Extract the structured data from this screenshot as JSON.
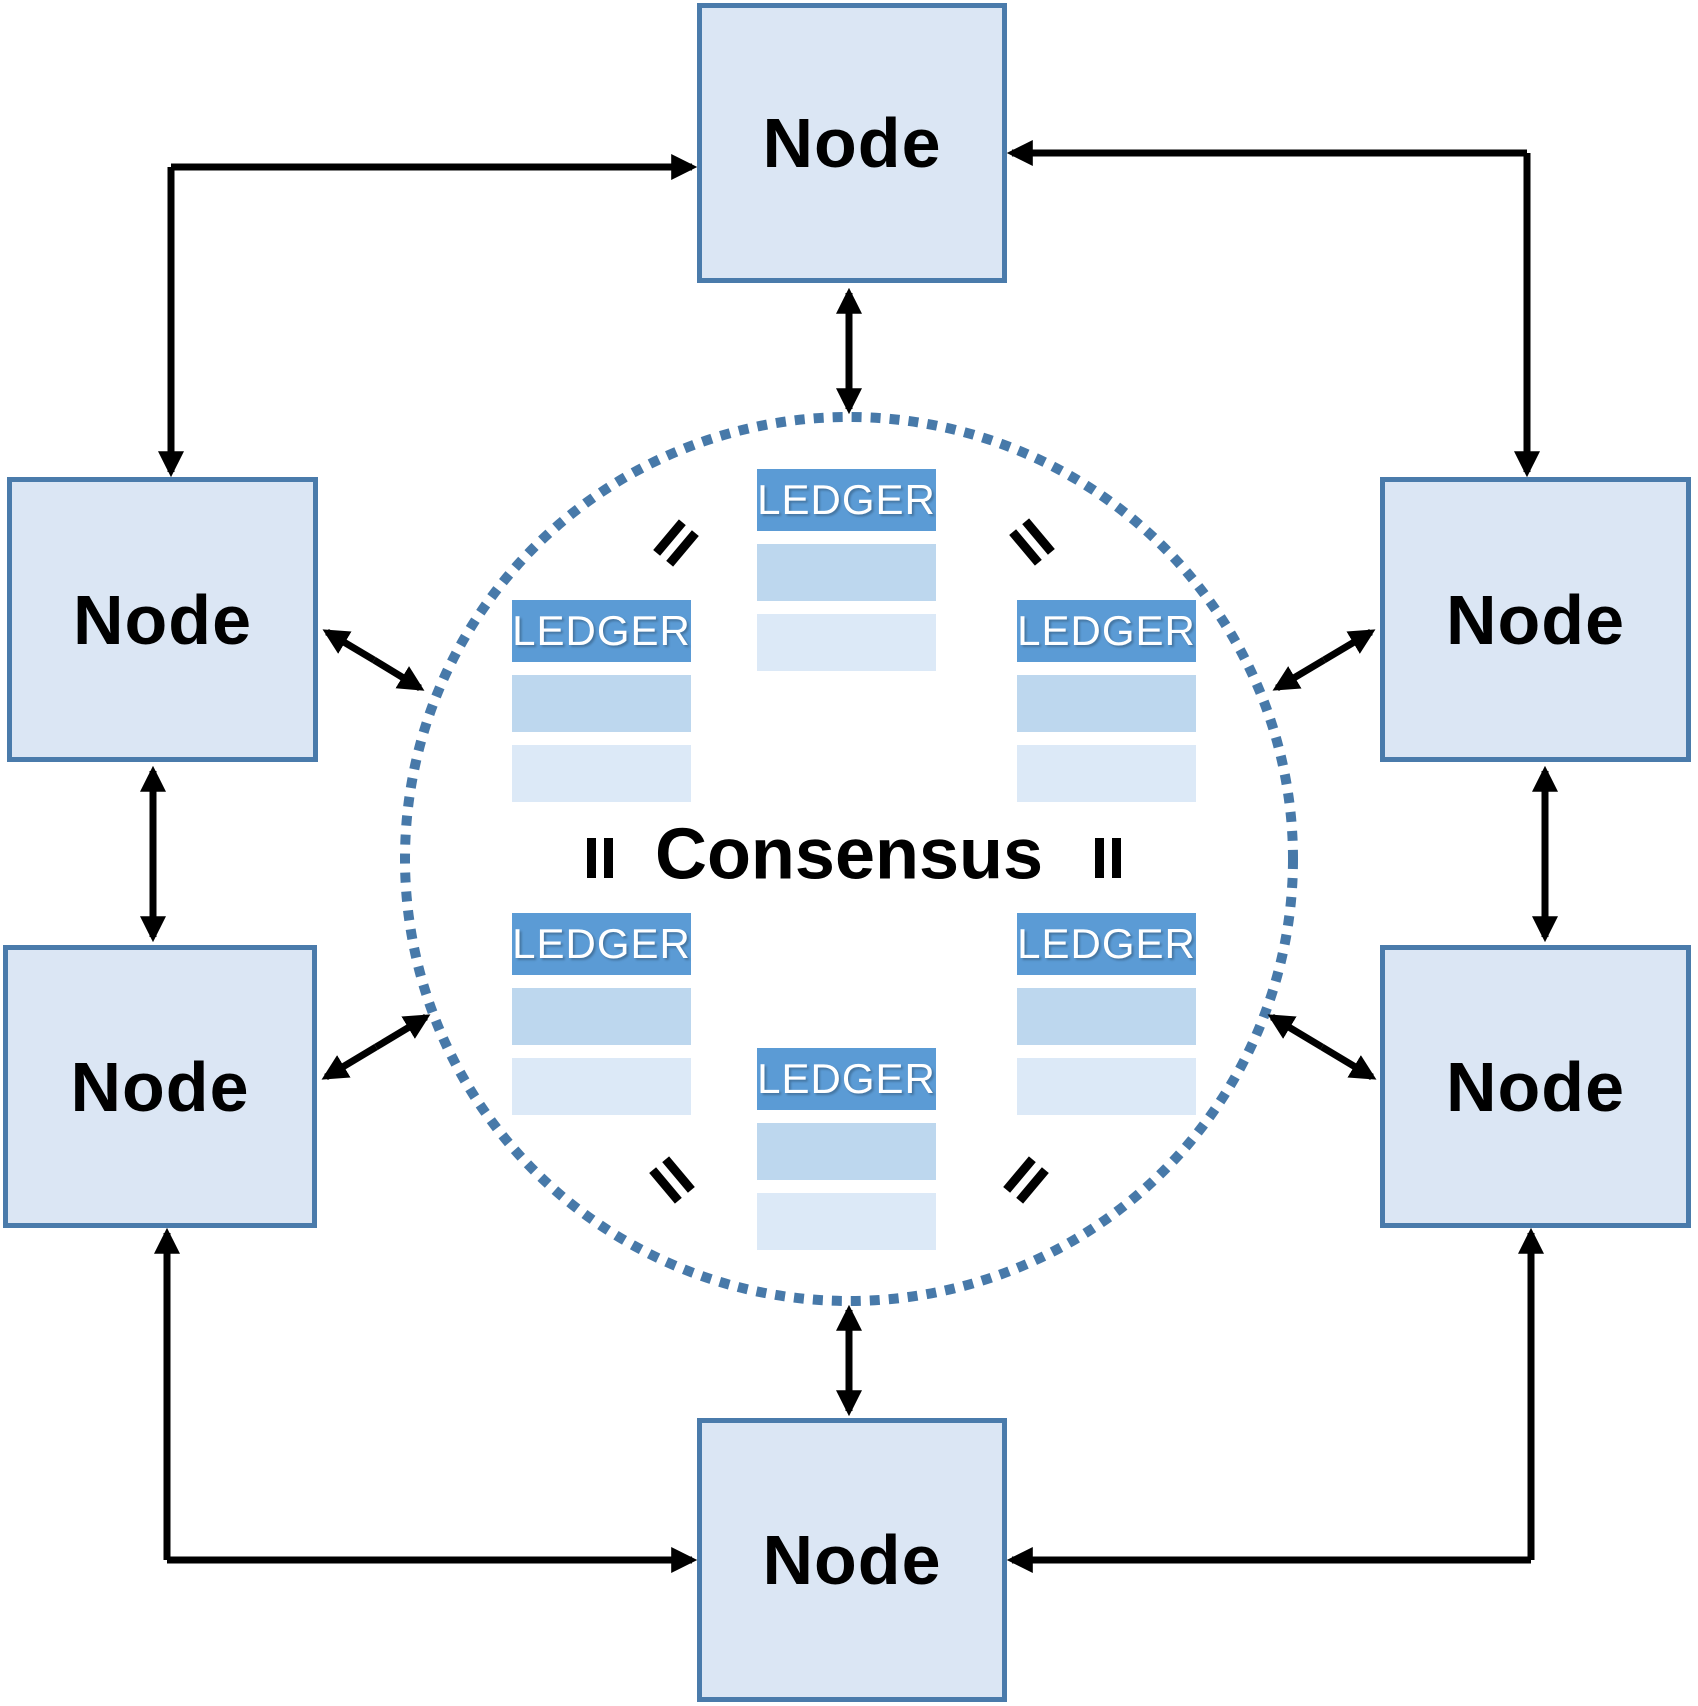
{
  "diagram": {
    "consensus_label": "Consensus",
    "nodes": [
      {
        "id": "top",
        "label": "Node"
      },
      {
        "id": "upper-left",
        "label": "Node"
      },
      {
        "id": "lower-left",
        "label": "Node"
      },
      {
        "id": "upper-right",
        "label": "Node"
      },
      {
        "id": "lower-right",
        "label": "Node"
      },
      {
        "id": "bottom",
        "label": "Node"
      }
    ],
    "ledgers": [
      {
        "id": "top-center",
        "header": "LEDGER",
        "rows": 2
      },
      {
        "id": "mid-left",
        "header": "LEDGER",
        "rows": 2
      },
      {
        "id": "mid-right",
        "header": "LEDGER",
        "rows": 2
      },
      {
        "id": "lower-left",
        "header": "LEDGER",
        "rows": 2
      },
      {
        "id": "lower-right",
        "header": "LEDGER",
        "rows": 2
      },
      {
        "id": "bottom-center",
        "header": "LEDGER",
        "rows": 2
      }
    ],
    "equals_marks": [
      "upper-left",
      "upper-right",
      "mid-left",
      "mid-right",
      "lower-left",
      "lower-right"
    ],
    "colors": {
      "node_fill": "#dbe6f4",
      "node_border": "#4a7bab",
      "ledger_header": "#5b9bd5",
      "ledger_header_text": "#ffffff",
      "ledger_row_medium": "#bdd7ee",
      "ledger_row_light": "#dce9f7",
      "circle_dots": "#4779a9",
      "arrow": "#000000",
      "label_text": "#000000"
    }
  }
}
